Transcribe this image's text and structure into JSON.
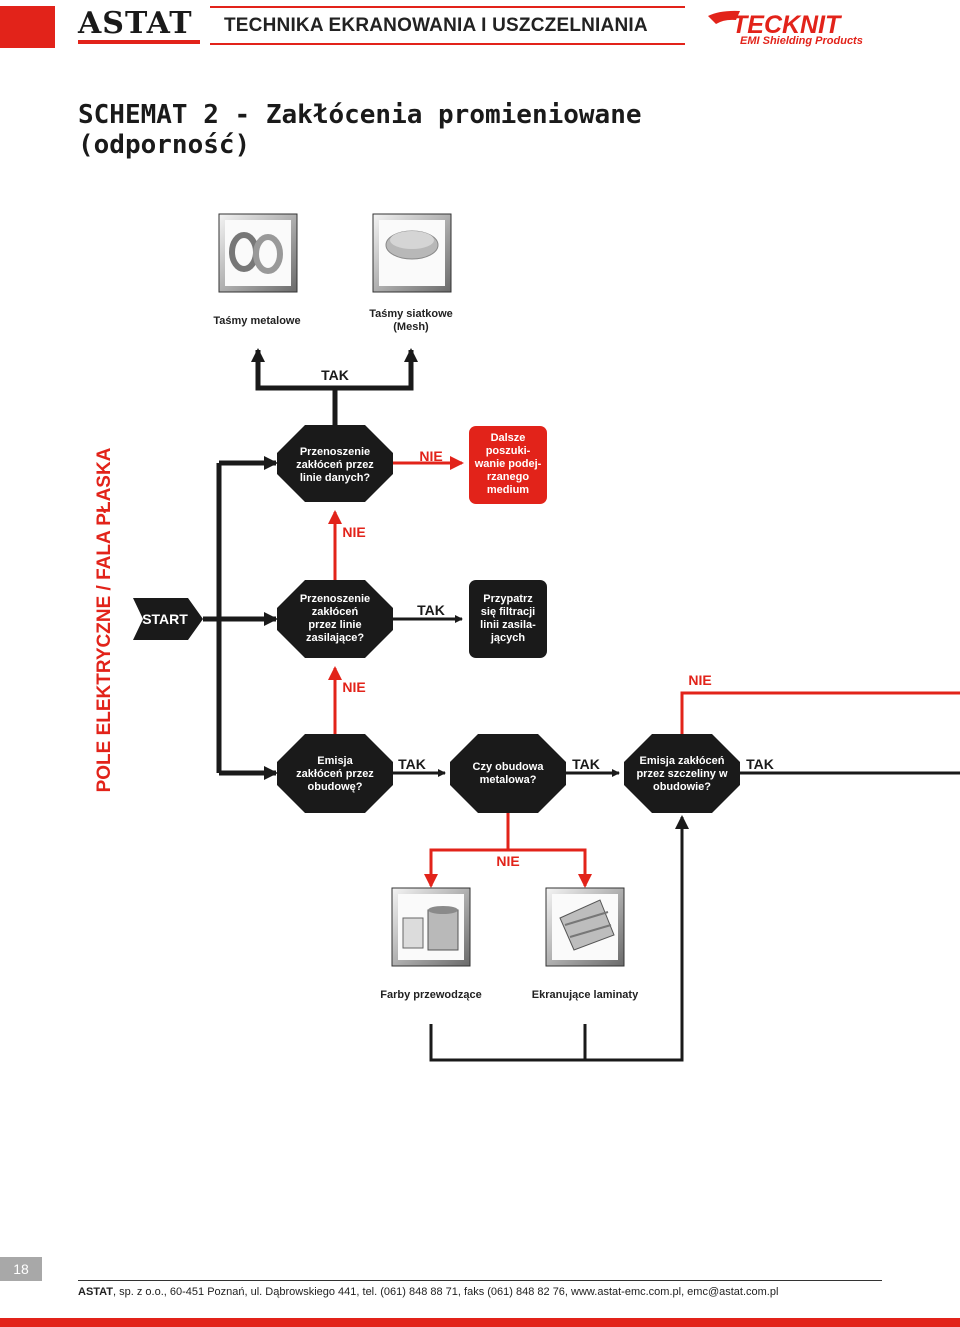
{
  "header": {
    "brand": "ASTAT",
    "title": "TECHNIKA EKRANOWANIA I USZCZELNIANIA",
    "partner_logo": "TECKNIT",
    "partner_tagline": "EMI Shielding Products"
  },
  "page_title": "SCHEMAT 2 - Zakłócenia promieniowane (odporność)",
  "diagram": {
    "side_label": "POLE ELEKTRYCZNE / FALA PŁASKA",
    "start": "START",
    "products": {
      "metal_tapes": "Taśmy metalowe",
      "mesh_tapes_1": "Taśmy siatkowe",
      "mesh_tapes_2": "(Mesh)",
      "paints": "Farby przewodzące",
      "laminates": "Ekranujące laminaty"
    },
    "nodes": {
      "data_lines": [
        "Przenoszenie",
        "zakłóceń przez",
        "linie danych?"
      ],
      "power_lines": [
        "Przenoszenie",
        "zakłóceń",
        "przez linie",
        "zasilające?"
      ],
      "enclosure_emission": [
        "Emisja",
        "zakłóceń przez",
        "obudowę?"
      ],
      "metal_enclosure": [
        "Czy obudowa",
        "metalowa?"
      ],
      "seam_emission": [
        "Emisja zakłóceń",
        "przez szczeliny w",
        "obudowie?"
      ],
      "further_search": [
        "Dalsze",
        "poszuki-",
        "wanie podej-",
        "rzanego",
        "medium"
      ],
      "power_filtering": [
        "Przypatrz",
        "się filtracji",
        "linii zasila-",
        "jących"
      ]
    },
    "labels": {
      "tak": "TAK",
      "nie": "NIE"
    }
  },
  "footer": {
    "page_number": "18",
    "company": "ASTAT",
    "address": ", sp. z o.o., 60-451 Poznań, ul. Dąbrowskiego 441, tel. (061) 848 88 71, faks (061) 848 82 76, www.astat-emc.com.pl, emc@astat.com.pl"
  },
  "colors": {
    "accent_red": "#e2231a",
    "node_dark": "#1a1a1a",
    "line_black": "#1a1a1a"
  }
}
